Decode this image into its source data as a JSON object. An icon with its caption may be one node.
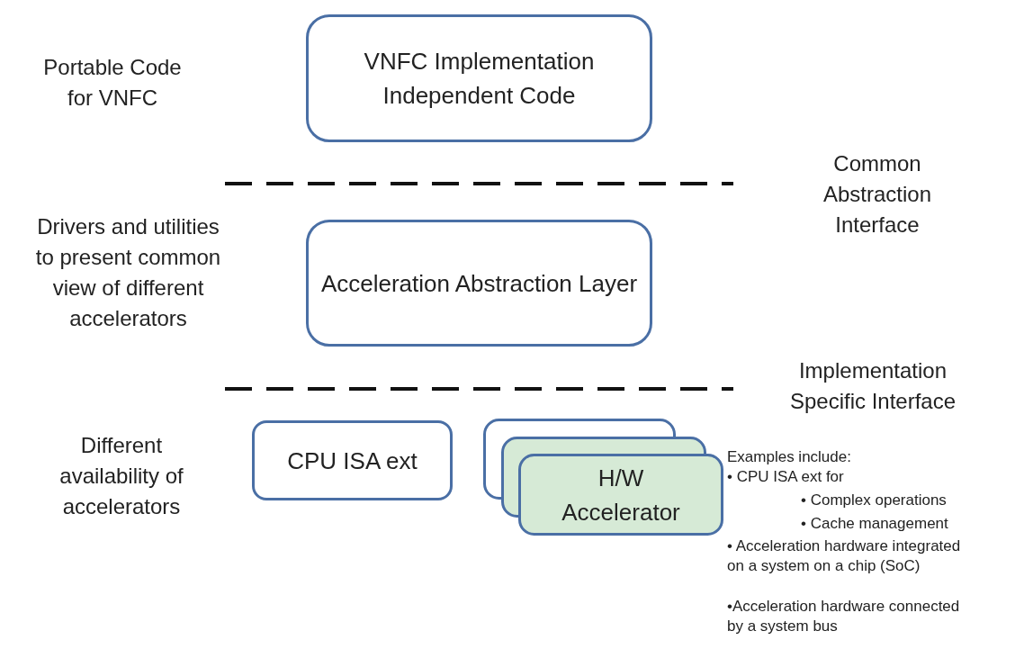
{
  "diagram": {
    "nodes": [
      {
        "text": [
          "VNFC Implementation Independent Code"
        ]
      },
      {
        "text": [
          "Acceleration Abstraction Layer"
        ]
      },
      {
        "text": [
          "CPU ISA ext"
        ]
      },
      {
        "text": [
          "H/W Accelerator"
        ]
      }
    ],
    "labels": [
      "Portable Code for VNFC",
      "Common Abstraction Interface",
      "Drivers and utilities to present common view of different accelerators",
      "Implementation Specific Interface",
      "Different availability of accelerators",
      "Examples include:",
      "• CPU ISA ext for",
      "• Complex operations",
      "• Cache management",
      "• Acceleration hardware integrated on a system on a chip (SoC)",
      "•Acceleration hardware connected by a system bus"
    ]
  }
}
